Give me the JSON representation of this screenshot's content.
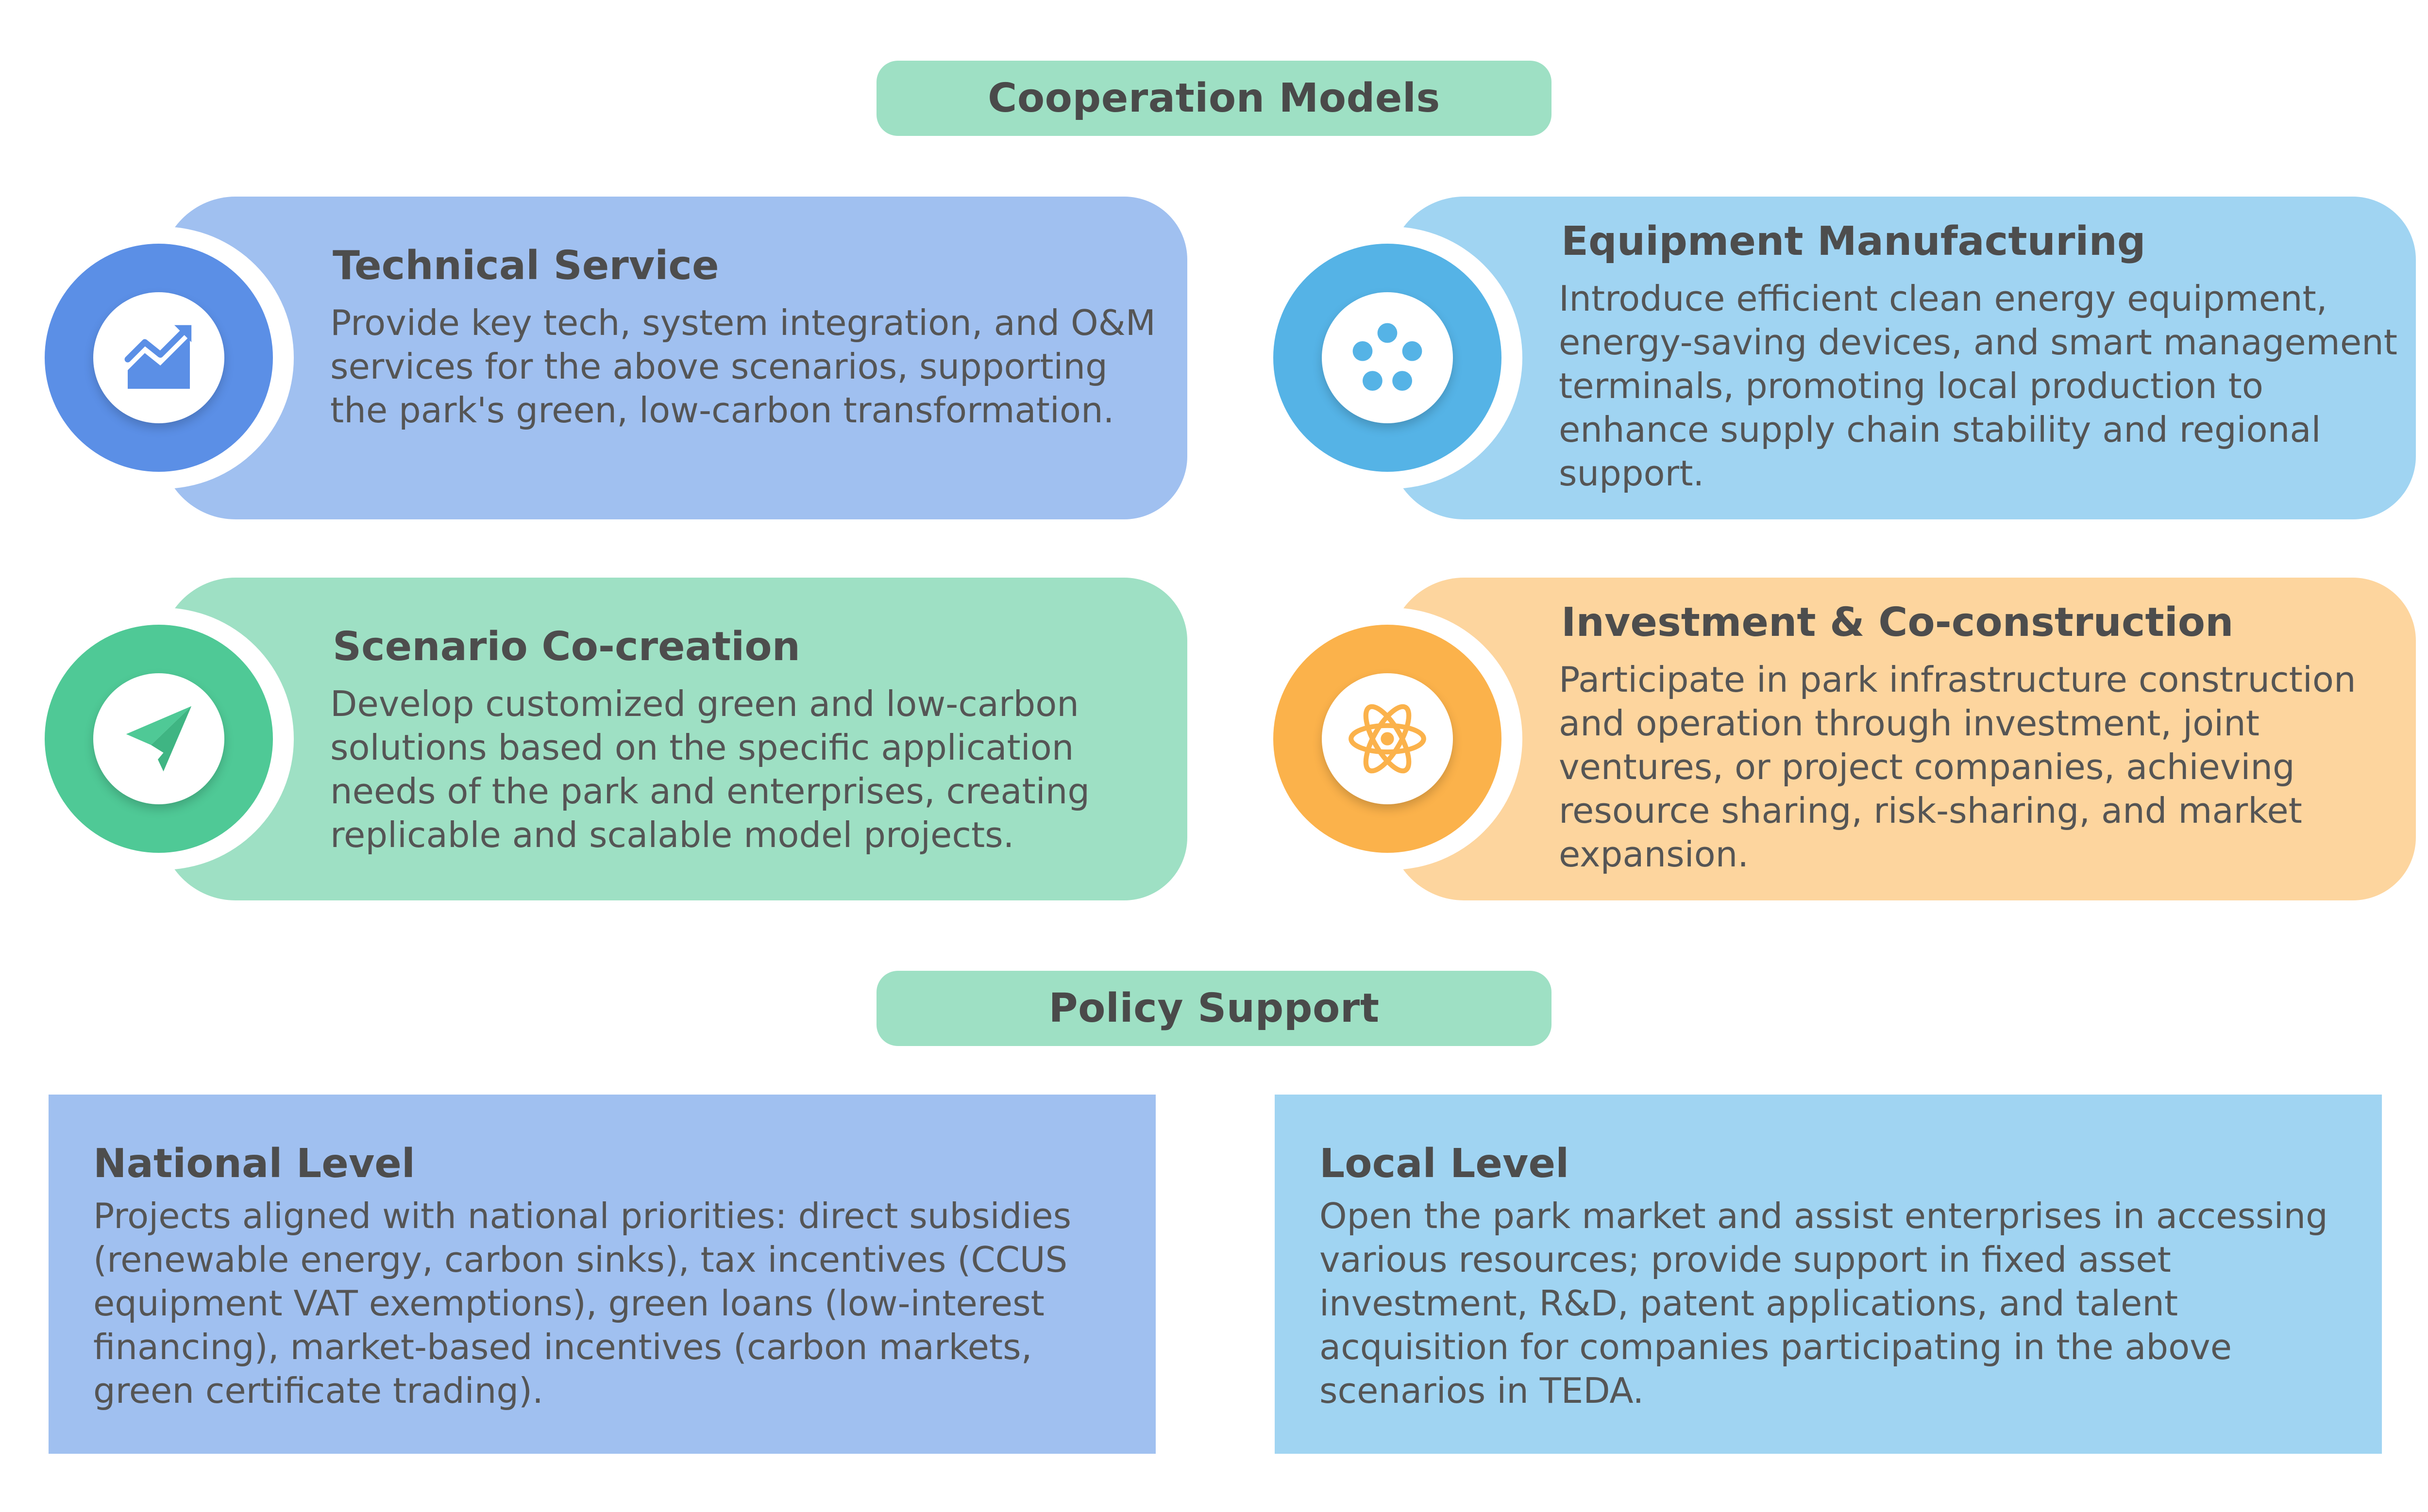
{
  "cooperation_header": "Cooperation Models",
  "policy_header": "Policy Support",
  "cards": [
    {
      "title": "Technical Service",
      "text": "Provide key tech, system integration, and O&M services for the above scenarios, supporting the park's green, low-carbon transformation.",
      "icon": "trend-chart-icon",
      "color": "#a0c0f0",
      "accent": "#5b8fe6"
    },
    {
      "title": "Equipment Manufacturing",
      "text": "Introduce efficient clean energy equipment, energy-saving devices, and smart management terminals, promoting local production to enhance supply chain stability and regional support.",
      "icon": "film-reel-icon",
      "color": "#a0d4f2",
      "accent": "#55b3e6"
    },
    {
      "title": "Scenario Co-creation",
      "text": "Develop customized green and low-carbon solutions based on the specific application needs of the park and enterprises, creating replicable and scalable model projects.",
      "icon": "paper-plane-icon",
      "color": "#9ee0c4",
      "accent": "#4fc996"
    },
    {
      "title": "Investment & Co-construction",
      "text": "Participate in park infrastructure construction and operation through investment, joint ventures, or project companies, achieving resource sharing, risk-sharing, and market expansion.",
      "icon": "atom-icon",
      "color": "#fdd59e",
      "accent": "#fbb24b"
    }
  ],
  "policy": [
    {
      "title": "National Level",
      "text": "Projects aligned with national priorities: direct subsidies (renewable energy, carbon sinks), tax incentives (CCUS equipment VAT exemptions), green loans (low-interest financing), market-based incentives (carbon markets, green certificate trading).",
      "color": "#a0c0f0"
    },
    {
      "title": "Local Level",
      "text": "Open the park market and assist enterprises in accessing various resources; provide support in fixed asset investment, R&D, patent applications, and talent acquisition for companies participating in the above scenarios in TEDA.",
      "color": "#a0d4f2"
    }
  ]
}
